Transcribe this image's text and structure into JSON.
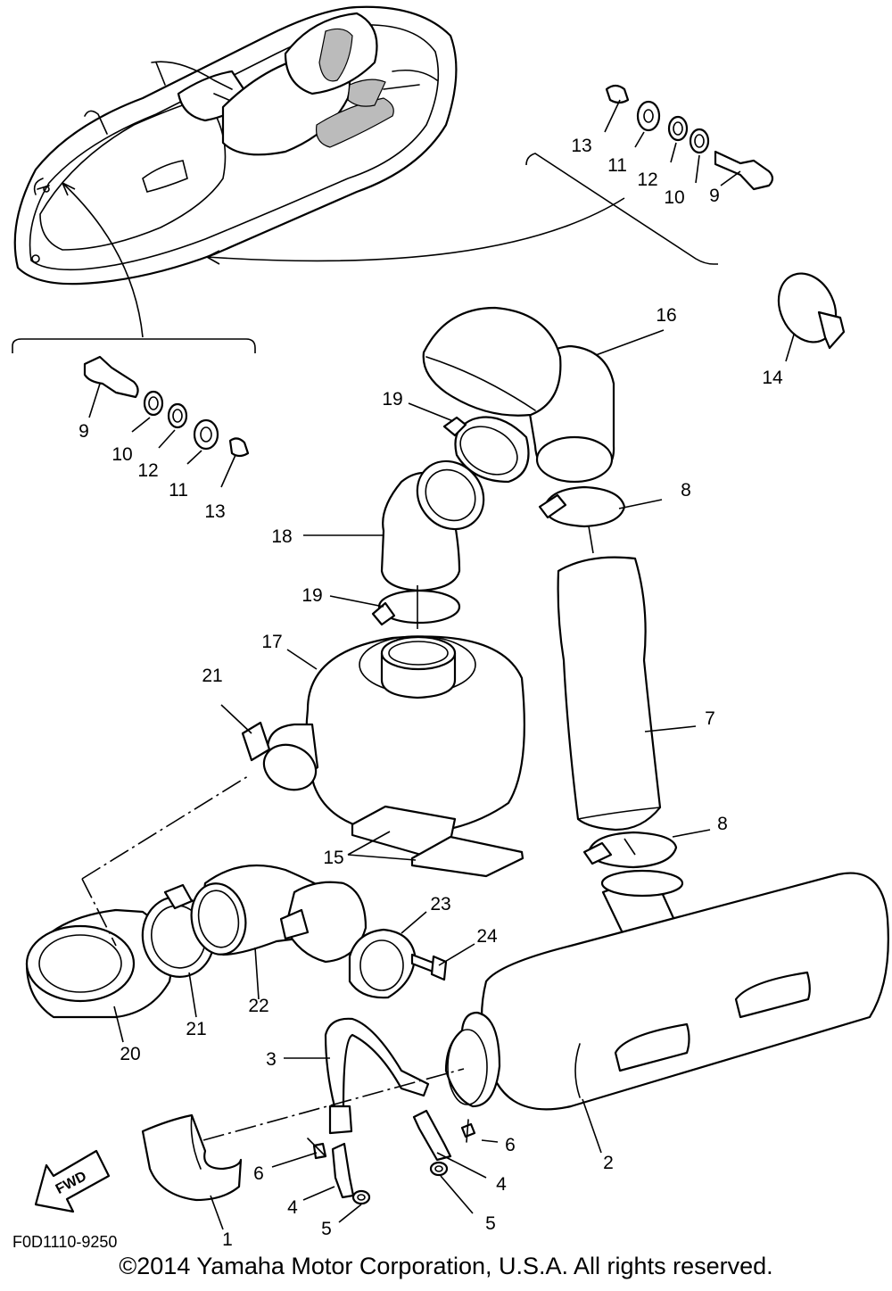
{
  "callouts": {
    "p1": "1",
    "p2": "2",
    "p3": "3",
    "p4a": "4",
    "p4b": "4",
    "p5a": "5",
    "p5b": "5",
    "p6a": "6",
    "p6b": "6",
    "p7": "7",
    "p8a": "8",
    "p8b": "8",
    "p9a": "9",
    "p9b": "9",
    "p10a": "10",
    "p10b": "10",
    "p11a": "11",
    "p11b": "11",
    "p12a": "12",
    "p12b": "12",
    "p13a": "13",
    "p13b": "13",
    "p14": "14",
    "p15": "15",
    "p16": "16",
    "p17": "17",
    "p18": "18",
    "p19a": "19",
    "p19b": "19",
    "p20": "20",
    "p21a": "21",
    "p21b": "21",
    "p22": "22",
    "p23": "23",
    "p24": "24"
  },
  "fwd_label": "FWD",
  "diagram_code": "F0D1110-9250",
  "copyright": "©2014 Yamaha Motor Corporation, U.S.A. All rights reserved."
}
